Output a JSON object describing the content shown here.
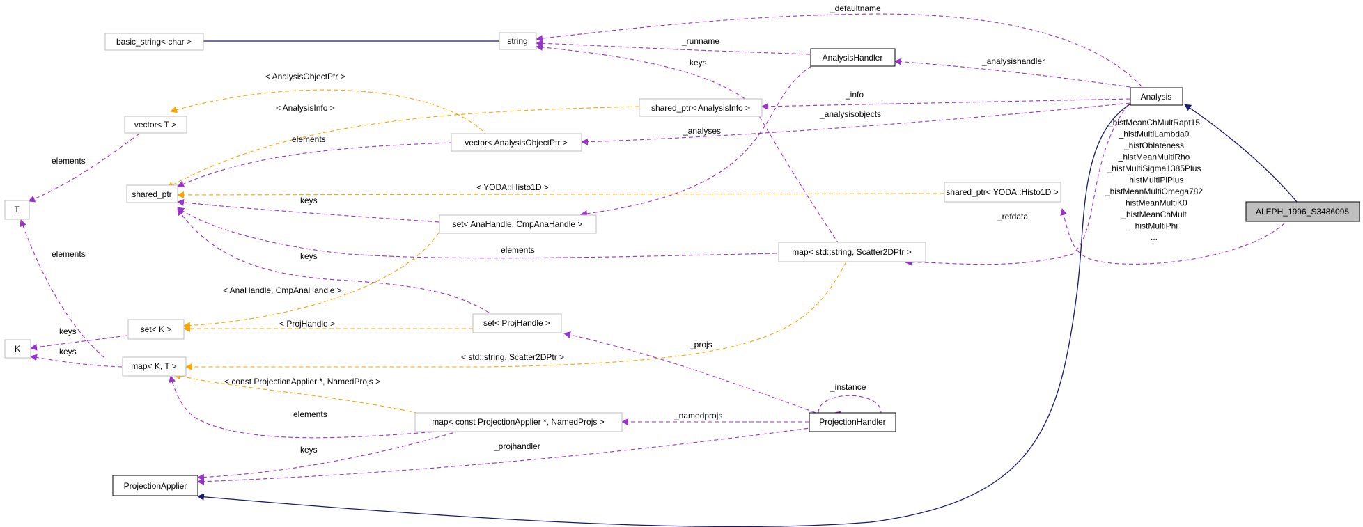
{
  "colors": {
    "inherit": "#191970",
    "usage": "#9a32cd",
    "template": "#ffa500",
    "node_border_plain": "#bfbfbf",
    "node_border_bold": "#000000",
    "node_fill_highlight": "#bfbfbf"
  },
  "nodes": {
    "basic_string": "basic_string< char >",
    "string": "string",
    "analysis_handler": "AnalysisHandler",
    "analysis": "Analysis",
    "vector_t": "vector< T >",
    "shared_ptr_info": "shared_ptr< AnalysisInfo >",
    "vector_aop": "vector< AnalysisObjectPtr >",
    "shared_ptr": "shared_ptr",
    "shared_ptr_histo": "shared_ptr< YODA::Histo1D >",
    "aleph": "ALEPH_1996_S3486095",
    "t": "T",
    "set_anahandle": "set< AnaHandle, CmpAnaHandle >",
    "map_scatter": "map< std::string, Scatter2DPtr >",
    "k": "K",
    "set_k": "set< K >",
    "set_projhandle": "set< ProjHandle >",
    "map_kt": "map< K, T >",
    "map_projapplier": "map< const ProjectionApplier *, NamedProjs >",
    "projection_handler": "ProjectionHandler",
    "projection_applier": "ProjectionApplier"
  },
  "edge_labels": {
    "defaultname": "_defaultname",
    "runname": "_runname",
    "keys_string": "keys",
    "analysishandler": "_analysishandler",
    "analysisobjectptr": "< AnalysisObjectPtr >",
    "analysisinfo": "< AnalysisInfo >",
    "info": "_info",
    "analysisobjects": "_analysisobjects",
    "analyses": "_analyses",
    "elements_vector_aop": "elements",
    "elements_vector_t": "elements",
    "yoda_histo": "< YODA::Histo1D >",
    "keys_set_anahandle": "keys",
    "refdata": "_refdata",
    "elements_map_scatter": "elements",
    "keys_set_projhandle": "keys",
    "elements_map_kt": "elements",
    "anahandle_tmpl": "< AnaHandle, CmpAnaHandle >",
    "projhandle_tmpl": "< ProjHandle >",
    "keys_set_k": "keys",
    "keys_map_kt": "keys",
    "projs": "_projs",
    "scatter_tmpl": "< std::string, Scatter2DPtr >",
    "instance": "_instance",
    "const_projapplier_tmpl": "< const ProjectionApplier *, NamedProjs >",
    "namedprojs": "_namedprojs",
    "elements_map_projapplier": "elements",
    "projhandler": "_projhandler",
    "keys_map_projapplier": "keys"
  },
  "aleph_members": [
    "_histMeanChMultRapt15",
    "_histMultiLambda0",
    "_histOblateness",
    "_histMeanMultiRho",
    "_histMultiSigma1385Plus",
    "_histMultiPiPlus",
    "_histMeanMultiOmega782",
    "_histMeanMultiK0",
    "_histMeanChMult",
    "_histMultiPhi",
    "..."
  ]
}
